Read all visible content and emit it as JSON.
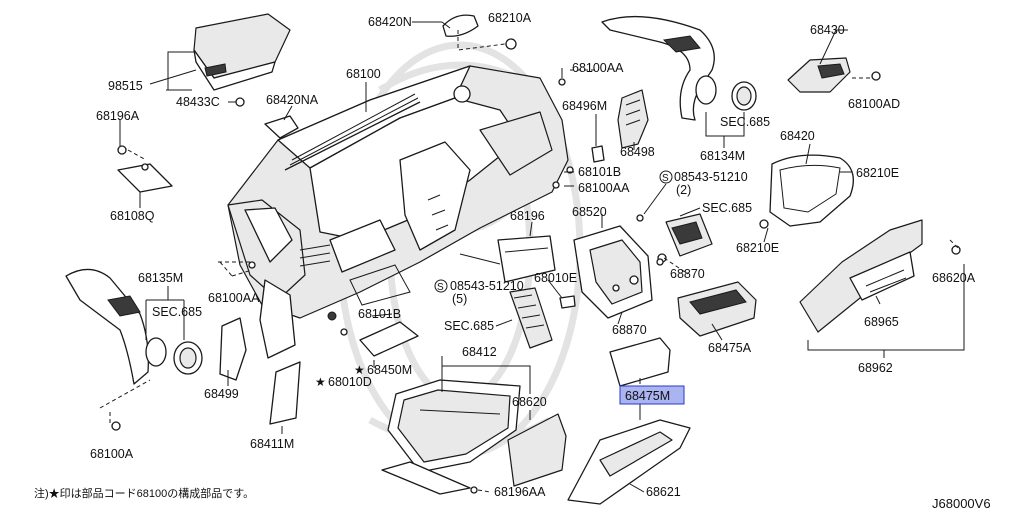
{
  "diagram_code": "J68000V6",
  "footnote": "注)★印は部品コード68100の構成部品です。",
  "highlight_color": "#aab4f0",
  "labels": {
    "p68420N": "68420N",
    "p68210A": "68210A",
    "p68430": "68430",
    "p98515": "98515",
    "p68100": "68100",
    "p68100AA_top": "68100AA",
    "p48433C": "48433C",
    "p68100AD": "68100AD",
    "p68420NA": "68420NA",
    "p68196A": "68196A",
    "p68496M": "68496M",
    "sec685_top": "SEC.685",
    "p68134M": "68134M",
    "p68420": "68420",
    "p68498": "68498",
    "p68101B_top": "68101B",
    "p08543_top": "08543-51210",
    "p08543_top_qty": "(2)",
    "p68210E_right": "68210E",
    "p68100AA_mid": "68100AA",
    "p68108Q": "68108Q",
    "p68196": "68196",
    "p68520": "68520",
    "sec685_mid": "SEC.685",
    "p68210E_left": "68210E",
    "p68135M": "68135M",
    "p68870_top": "68870",
    "p68620A": "68620A",
    "p68100AA_left": "68100AA",
    "p08543_bottom": "08543-51210",
    "p08543_bottom_qty": "(5)",
    "p68010E": "68010E",
    "sec685_left": "SEC.685",
    "p68101B_bottom": "68101B",
    "sec685_center": "SEC.685",
    "p68870_bottom": "68870",
    "p68965": "68965",
    "p68475A": "68475A",
    "p68412": "68412",
    "p68450M": "68450M",
    "p68010D": "68010D",
    "p68962": "68962",
    "p68499": "68499",
    "p68475M": "68475M",
    "p68620": "68620",
    "p68411M": "68411M",
    "p68100A": "68100A",
    "p68196AA": "68196AA",
    "p68621": "68621"
  },
  "symbols": {
    "star": "★",
    "screw_mark": "S"
  }
}
